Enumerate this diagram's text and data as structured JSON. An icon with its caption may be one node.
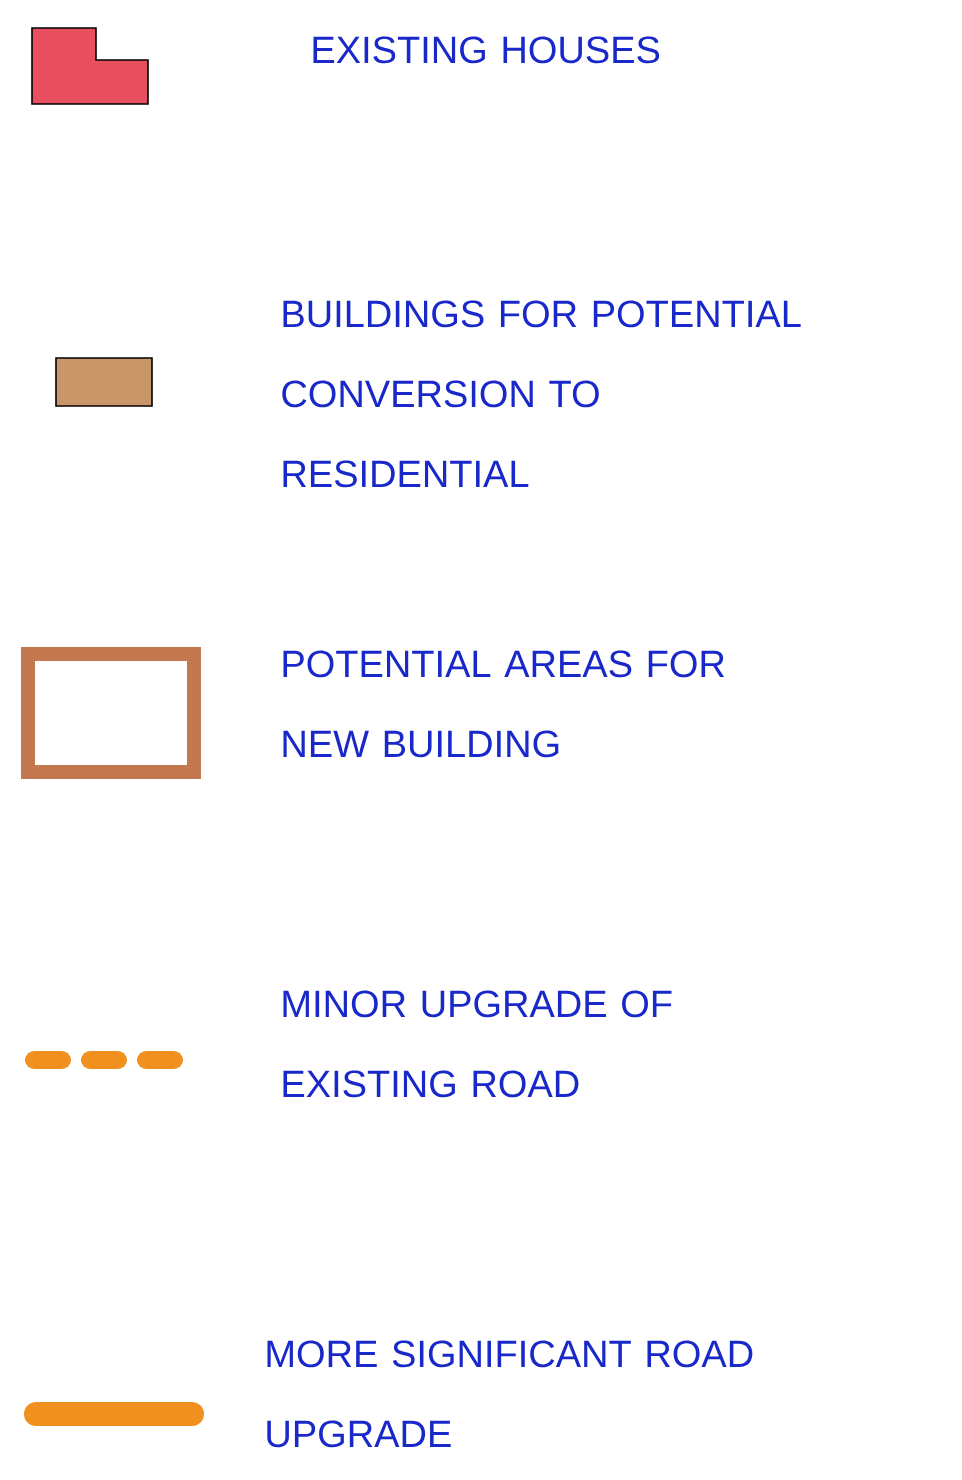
{
  "diagram": {
    "legend": [
      {
        "text": "EXISTING HOUSES",
        "color": "#e85060"
      },
      {
        "text": "BUILDINGS FOR POTENTIAL CONVERSION TO RESIDENTIAL",
        "color": "#c99669"
      },
      {
        "text": "POTENTIAL AREAS FOR NEW BUILDING",
        "color": "#c47850"
      },
      {
        "text": "MINOR UPGRADE OF EXISTING ROAD"
      },
      {
        "text": "MORE SIGNIFICANT ROAD UPGRADE"
      }
    ]
  }
}
